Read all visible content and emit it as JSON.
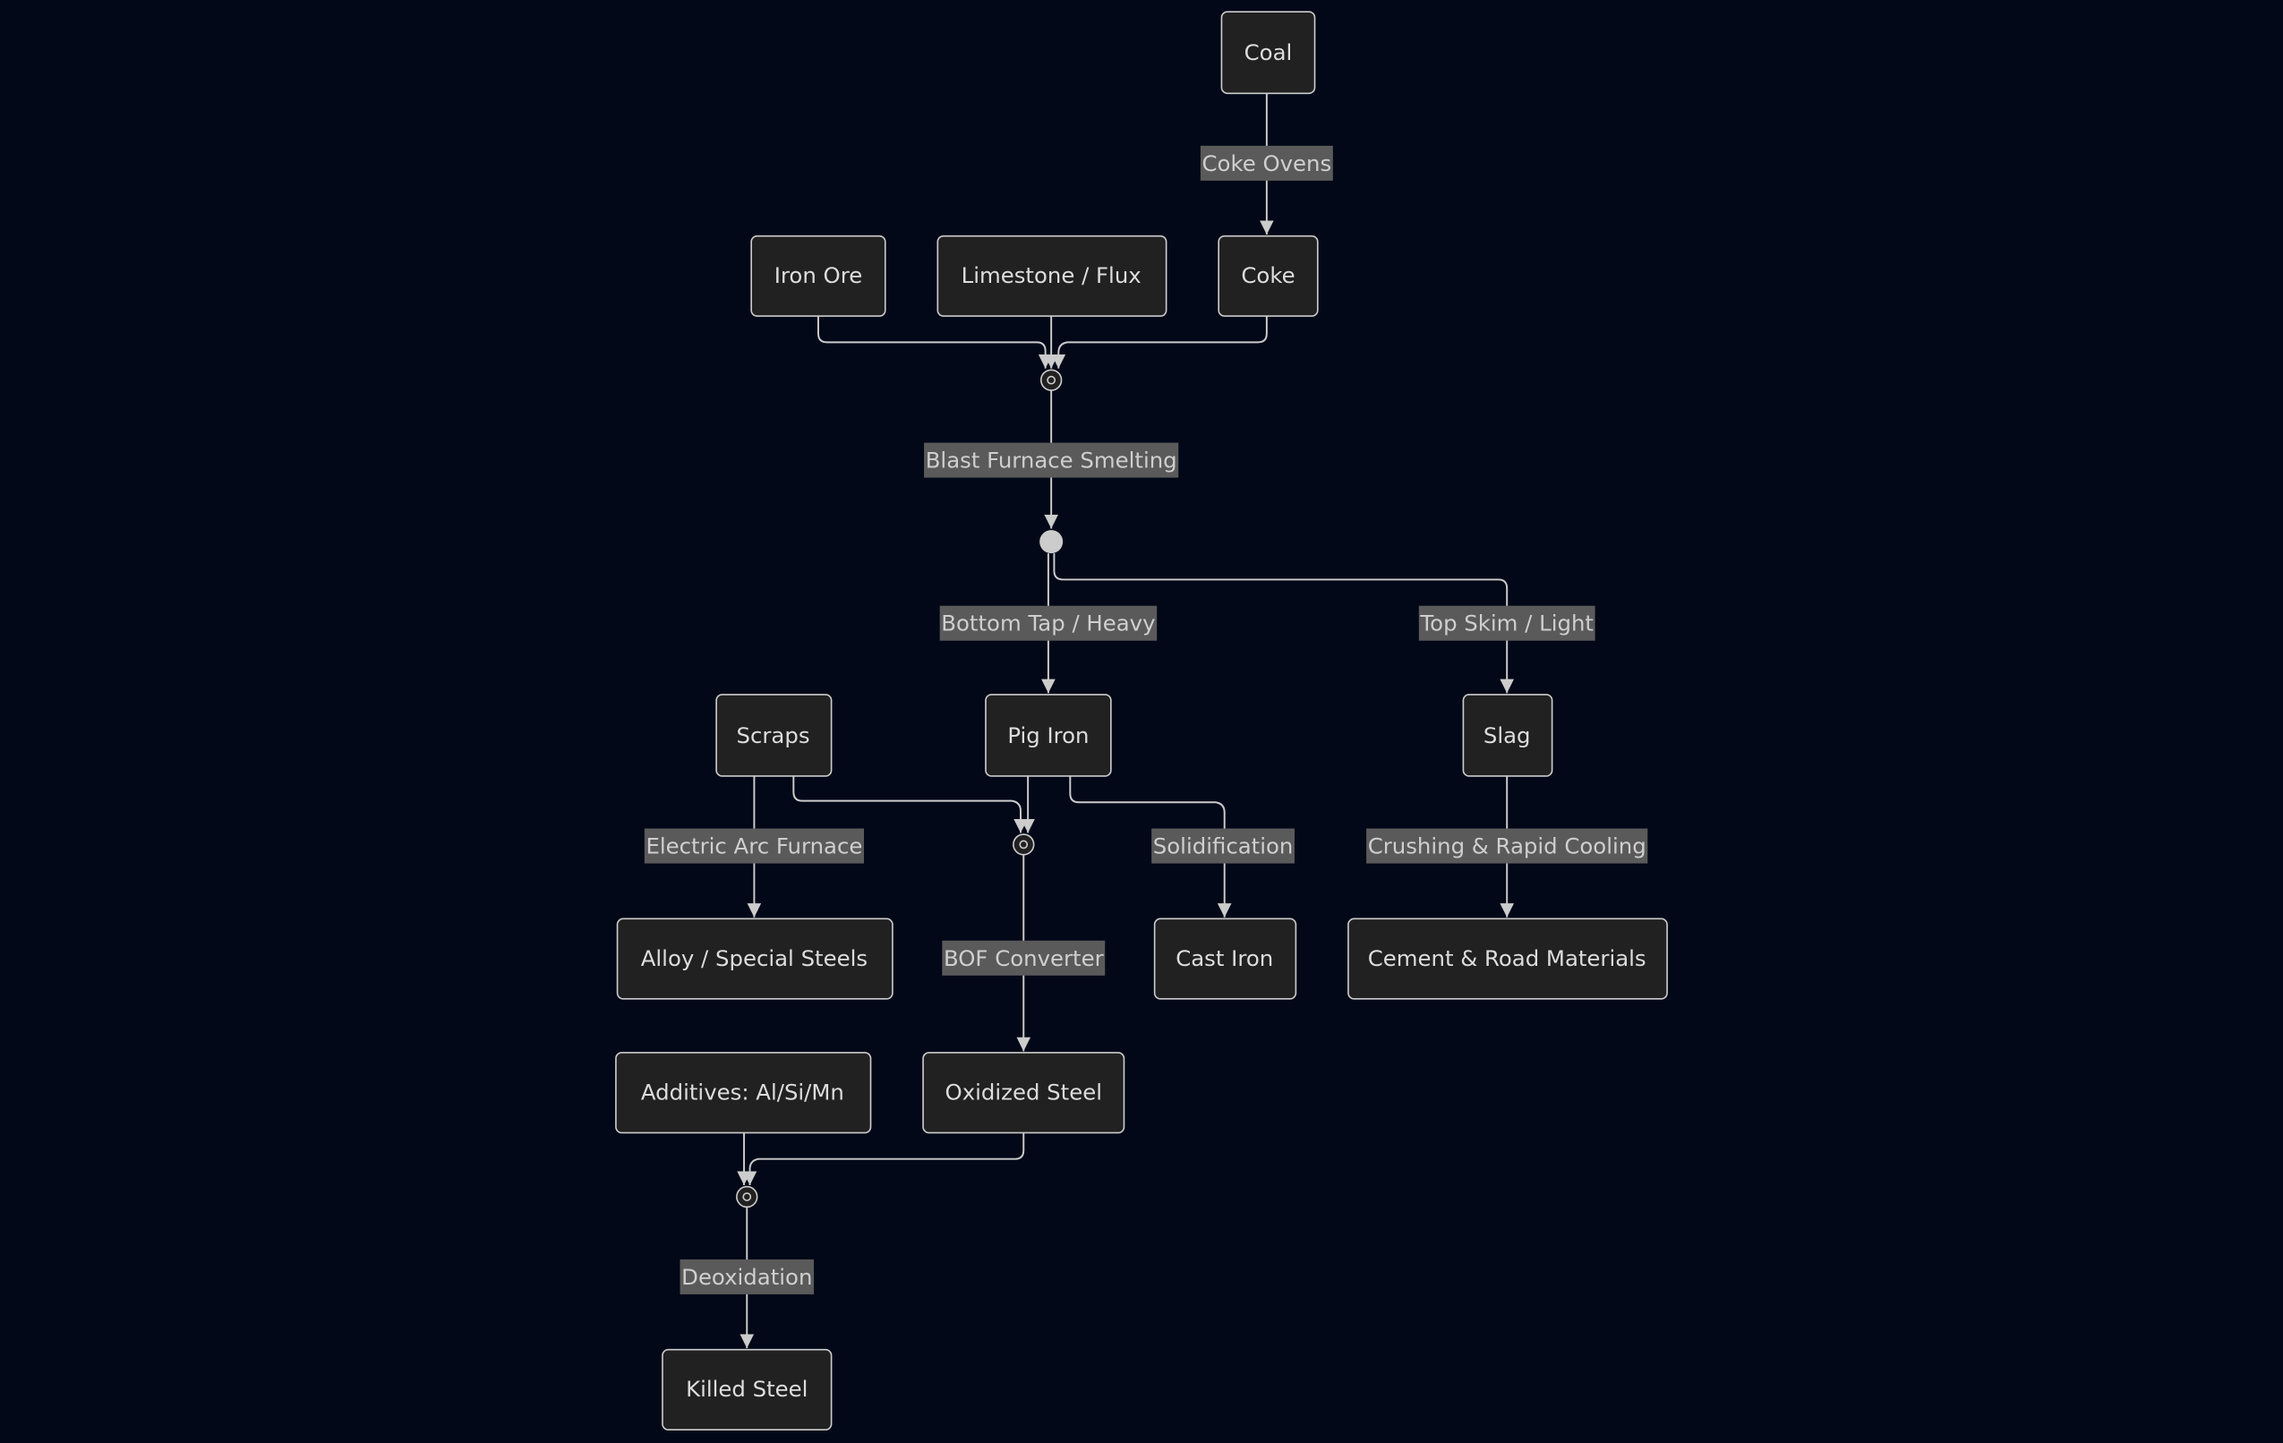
{
  "colors": {
    "background": "#020817",
    "node_fill": "#212121",
    "stroke": "#cccccc",
    "label_bg": "#5a5a5a"
  },
  "nodes": {
    "coal": "Coal",
    "iron_ore": "Iron Ore",
    "limestone": "Limestone / Flux",
    "coke": "Coke",
    "scraps": "Scraps",
    "pig_iron": "Pig Iron",
    "slag": "Slag",
    "alloy": "Alloy / Special Steels",
    "cast_iron": "Cast Iron",
    "cement": "Cement & Road Materials",
    "additives": "Additives: Al/Si/Mn",
    "oxidized": "Oxidized Steel",
    "killed": "Killed Steel"
  },
  "edge_labels": {
    "coke_ovens": "Coke Ovens",
    "blast_furnace": "Blast Furnace Smelting",
    "bottom_tap": "Bottom Tap / Heavy",
    "top_skim": "Top Skim / Light",
    "eaf": "Electric Arc Furnace",
    "solidification": "Solidification",
    "crushing": "Crushing & Rapid Cooling",
    "bof": "BOF Converter",
    "deoxidation": "Deoxidation"
  }
}
